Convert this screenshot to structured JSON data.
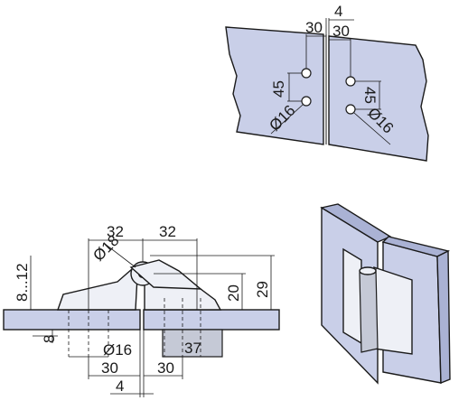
{
  "top_view": {
    "gap_label": "4",
    "offset_left_label": "30",
    "offset_right_label": "30",
    "spacing_left_label": "45",
    "spacing_right_label": "45",
    "hole_left_label": "Ø16",
    "hole_right_label": "Ø16"
  },
  "side_view": {
    "glass_thickness_label": "8...12",
    "plate_label": "8",
    "left_width_label": "32",
    "right_width_label": "32",
    "pin_label": "Ø18",
    "height_inner_label": "20",
    "height_outer_label": "29",
    "hole_label": "Ø16",
    "block_label": "37",
    "offset_left_label": "30",
    "offset_right_label": "30",
    "gap_label": "4"
  },
  "colors": {
    "glass": "#c9cfe8",
    "metal": "#eef0f6"
  }
}
